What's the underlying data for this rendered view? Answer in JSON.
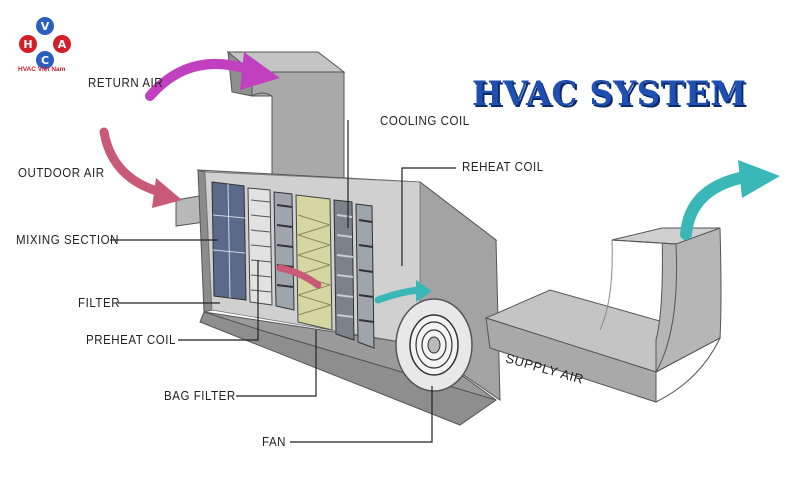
{
  "title": "HVAC SYSTEM",
  "logo": {
    "caption": "HVAC Việt Nam",
    "letters": [
      "V",
      "H",
      "A",
      "C"
    ]
  },
  "labels": {
    "return_air": "RETURN AIR",
    "outdoor_air": "OUTDOOR AIR",
    "mixing_section": "MIXING SECTION",
    "filter": "FILTER",
    "preheat_coil": "PREHEAT COIL",
    "bag_filter": "BAG FILTER",
    "fan": "FAN",
    "cooling_coil": "COOLING COIL",
    "reheat_coil": "REHEAT COIL",
    "supply_air": "SUPPLY AIR"
  },
  "colors": {
    "title": "#1f4fb0",
    "return_arrow": "#c040c0",
    "outdoor_arrow": "#c85a78",
    "supply_arrow": "#3ab8b8",
    "duct": "#a9a9a9",
    "duct_dark": "#8a8a8a",
    "duct_light": "#c4c4c4",
    "bag_filter": "#d6d6a0",
    "logo_red": "#d0202a",
    "logo_blue": "#2a5fc0"
  }
}
